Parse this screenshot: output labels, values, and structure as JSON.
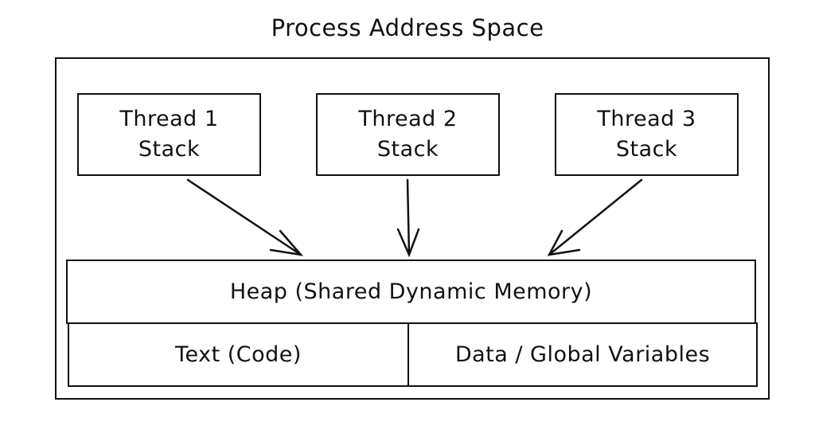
{
  "title": "Process Address Space",
  "threads": [
    {
      "line1": "Thread 1",
      "line2": "Stack"
    },
    {
      "line1": "Thread 2",
      "line2": "Stack"
    },
    {
      "line1": "Thread 3",
      "line2": "Stack"
    }
  ],
  "heap": "Heap (Shared Dynamic Memory)",
  "text_segment": "Text (Code)",
  "data_segment": "Data / Global Variables"
}
